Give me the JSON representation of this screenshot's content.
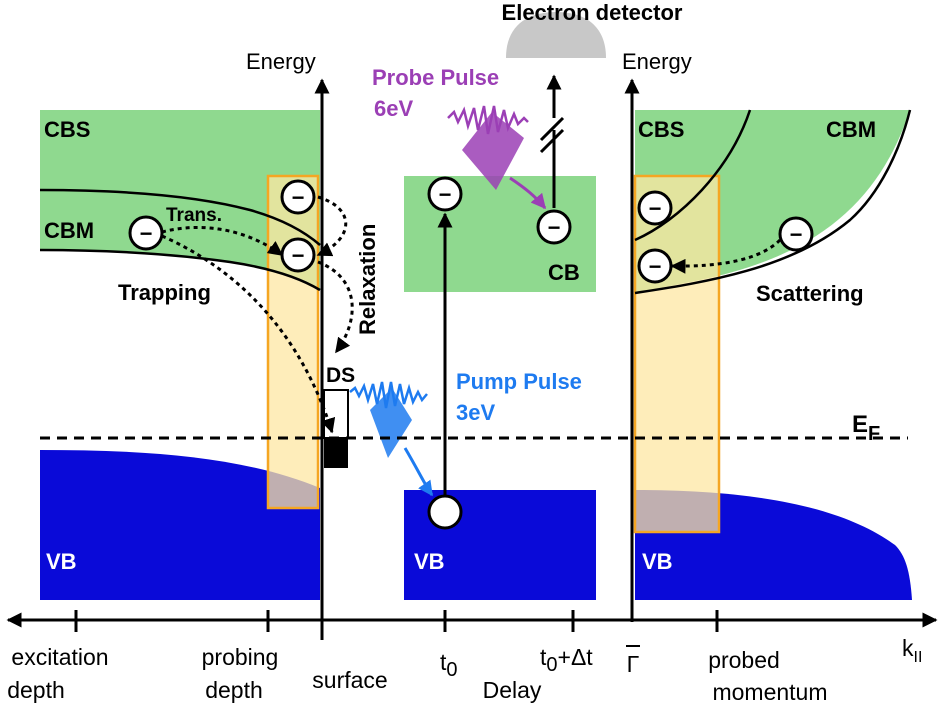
{
  "colors": {
    "cb_green": "#8fd98f",
    "vb_blue": "#0a0ad8",
    "probe_window": "#fde7a3",
    "probe_window_border": "#f5a623",
    "probe_purple": "#9b3fb5",
    "pump_blue": "#1e7bf0",
    "detector_gray": "#c8c8c8"
  },
  "title": "Electron detector",
  "energy_left": "Energy",
  "energy_right": "Energy",
  "left": {
    "cbs": "CBS",
    "cbm": "CBM",
    "trans": "Trans.",
    "trapping": "Trapping",
    "relaxation": "Relaxation",
    "ds": "DS",
    "vb": "VB"
  },
  "middle": {
    "probe_pulse": "Probe Pulse",
    "probe_energy": "6eV",
    "pump_pulse": "Pump Pulse",
    "pump_energy": "3eV",
    "cb": "CB",
    "vb": "VB"
  },
  "right": {
    "cbs": "CBS",
    "cbm": "CBM",
    "scattering": "Scattering",
    "vb": "VB"
  },
  "fermi_main": "E",
  "fermi_sub": "F",
  "electron_symbol": "−",
  "axis": {
    "excitation_line1": "excitation",
    "excitation_line2": "depth",
    "probing_line1": "probing",
    "probing_line2": "depth",
    "surface": "surface",
    "t0_main": "t",
    "t0_sub": "0",
    "t0dt_main": "t",
    "t0dt_sub": "0",
    "t0dt_rest": "+Δt",
    "delay": "Delay",
    "gamma": "Γ",
    "probed_line1": "probed",
    "probed_line2": "momentum",
    "k_main": "k",
    "k_sub": "II"
  }
}
